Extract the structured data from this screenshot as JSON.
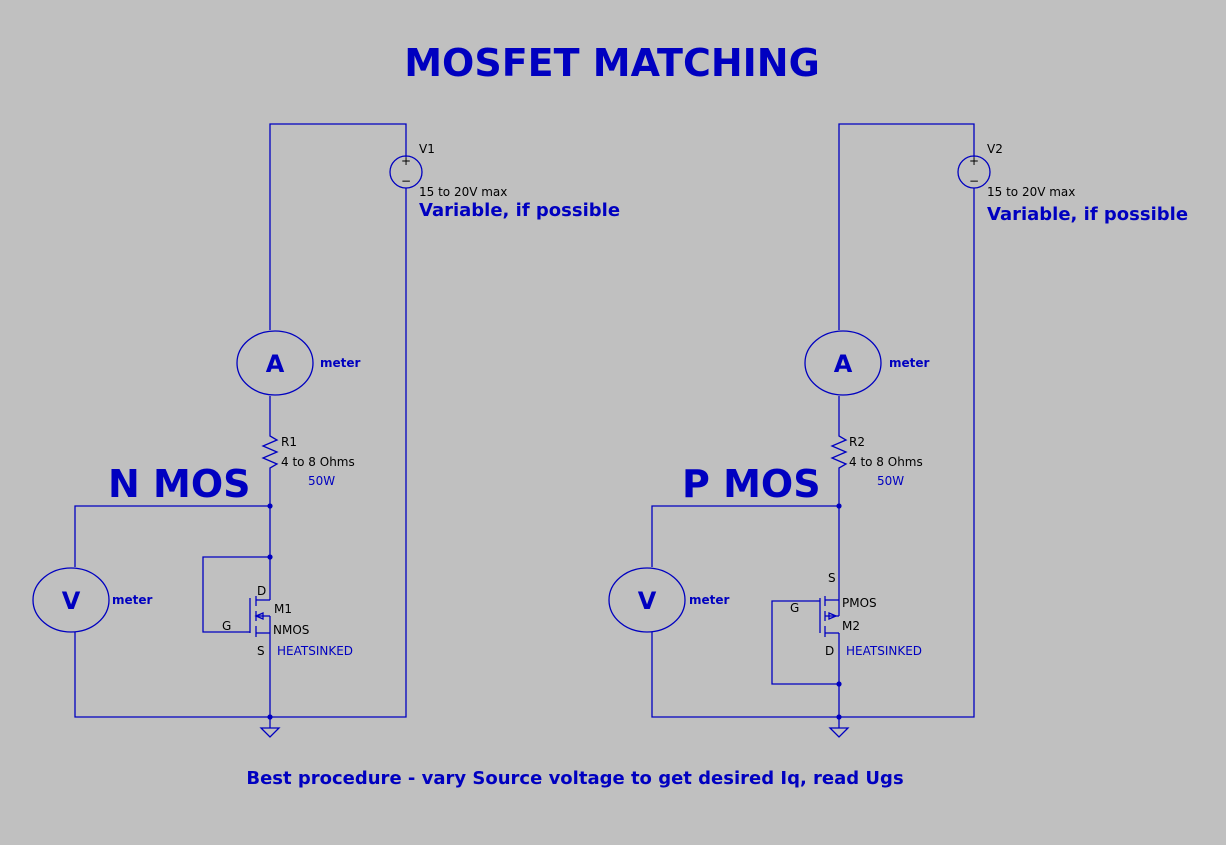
{
  "title": "MOSFET MATCHING",
  "footer": "Best procedure - vary Source voltage to get desired Iq, read Ugs",
  "colors": {
    "background": "#c0c0c0",
    "wire": "#0000c0",
    "component_text": "#000000"
  },
  "left": {
    "heading": "N MOS",
    "supply": {
      "name": "V1",
      "spec": "15 to 20V max",
      "note": "Variable, if possible",
      "plus": "+",
      "minus": "−"
    },
    "ammeter": {
      "symbol": "A",
      "label": "meter"
    },
    "resistor": {
      "name": "R1",
      "value": "4 to 8 Ohms",
      "power": "50W"
    },
    "voltmeter": {
      "symbol": "V",
      "label": "meter"
    },
    "mosfet": {
      "name": "M1",
      "model": "NMOS",
      "drain": "D",
      "gate": "G",
      "source": "S",
      "note": "HEATSINKED"
    }
  },
  "right": {
    "heading": "P MOS",
    "supply": {
      "name": "V2",
      "spec": "15 to 20V max",
      "note": "Variable, if possible",
      "plus": "+",
      "minus": "−"
    },
    "ammeter": {
      "symbol": "A",
      "label": "meter"
    },
    "resistor": {
      "name": "R2",
      "value": "4 to 8 Ohms",
      "power": "50W"
    },
    "voltmeter": {
      "symbol": "V",
      "label": "meter"
    },
    "mosfet": {
      "name": "M2",
      "model": "PMOS",
      "drain": "D",
      "gate": "G",
      "source": "S",
      "note": "HEATSINKED"
    }
  }
}
